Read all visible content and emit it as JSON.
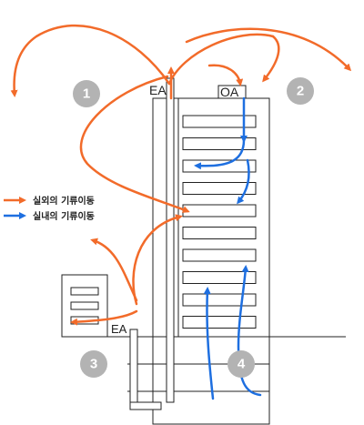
{
  "labels": {
    "ea_top": "EA",
    "oa_top": "OA",
    "ea_side": "EA"
  },
  "badges": [
    "1",
    "2",
    "3",
    "4"
  ],
  "legend": {
    "outdoor": {
      "label": "실외의 기류이동",
      "color": "#f26b2a"
    },
    "indoor": {
      "label": "실내의 기류이동",
      "color": "#1e6fe0"
    }
  },
  "colors": {
    "outdoor_flow": "#f26b2a",
    "indoor_flow": "#1e6fe0",
    "badge_fill": "#b3b3b3",
    "line": "#222222"
  }
}
